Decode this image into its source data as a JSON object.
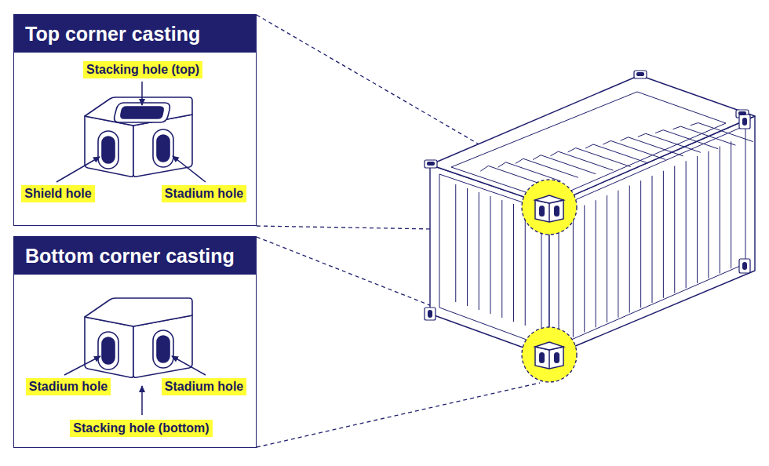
{
  "diagram": {
    "nodes": [
      {
        "text": [
          "Top corner casting"
        ]
      },
      {
        "text": [
          "Stacking hole (top)"
        ],
        "in": 0
      },
      {
        "text": [
          "Shield hole"
        ],
        "in": 0
      },
      {
        "text": [
          "Stadium hole"
        ],
        "in": 0
      },
      {
        "text": [
          "Bottom corner casting"
        ]
      },
      {
        "text": [
          "Stadium hole"
        ],
        "in": 4
      },
      {
        "text": [
          "Stadium hole"
        ],
        "in": 4
      },
      {
        "text": [
          "Stacking hole (bottom)"
        ],
        "in": 4
      }
    ]
  }
}
